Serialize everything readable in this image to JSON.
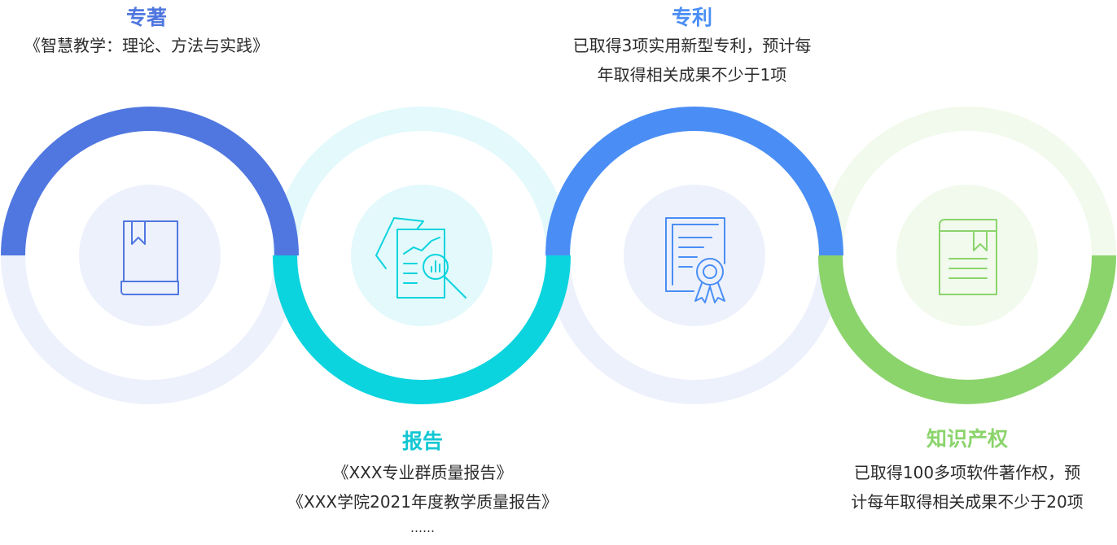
{
  "items": [
    {
      "title": "专著",
      "lines": [
        "《智慧教学：理论、方法与实践》"
      ],
      "color": "#5077E0",
      "light": "#EDF1FC",
      "icon": "book-icon"
    },
    {
      "title": "报告",
      "lines": [
        "《XXX专业群质量报告》",
        "《XXX学院2021年度教学质量报告》",
        "……"
      ],
      "color": "#0BD4DE",
      "light": "#E3F9FB",
      "icon": "report-magnifier-icon"
    },
    {
      "title": "专利",
      "lines": [
        "已取得3项实用新型专利，预计每",
        "年取得相关成果不少于1项"
      ],
      "color": "#4A8EF5",
      "light": "#EDF1FC",
      "icon": "certificate-icon"
    },
    {
      "title": "知识产权",
      "lines": [
        "已取得100多项软件著作权，预",
        "计每年取得相关成果不少于20项"
      ],
      "color": "#8BD46C",
      "light": "#F1FAEC",
      "icon": "notebook-icon"
    }
  ]
}
